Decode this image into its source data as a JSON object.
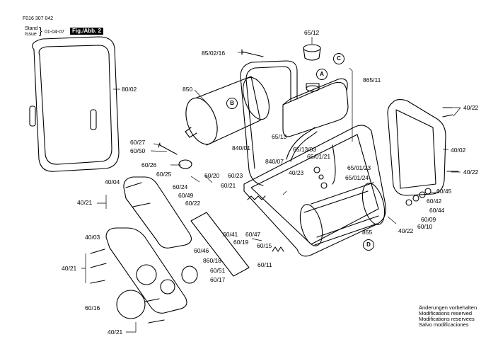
{
  "header": {
    "doc_number": "F016 307 042",
    "stand_label": "Stand",
    "issue_label": "Issue",
    "date": "01-04-07",
    "figure": "Fig./Abb. 2"
  },
  "callouts": [
    "A",
    "B",
    "C",
    "D"
  ],
  "parts": {
    "p65_12": "65/12",
    "p85_02_16": "85/02/16",
    "p80_02": "80/02",
    "p850": "850",
    "p865_11": "865/11",
    "p40_22a": "40/22",
    "p40_02": "40/02",
    "p40_22b": "40/22",
    "p60_27": "60/27",
    "p60_50": "60/50",
    "p60_26": "60/26",
    "p840_01": "840/01",
    "p65_13": "65/13",
    "p65_13_03": "65/13/03",
    "p65_01_21": "65/01/21",
    "p840_07": "840/07",
    "p40_23": "40/23",
    "p65_01_23": "65/01/23",
    "p65_01_24": "65/01/24",
    "p60_25": "60/25",
    "p60_20": "60/20",
    "p60_23": "60/23",
    "p40_04": "40/04",
    "p60_24": "60/24",
    "p60_21": "60/21",
    "p60_49": "60/49",
    "p40_21a": "40/21",
    "p60_22": "60/22",
    "p60_45": "60/45",
    "p60_42": "60/42",
    "p60_44": "60/44",
    "p60_09": "60/09",
    "p40_22c": "40/22",
    "p60_10": "60/10",
    "p855": "855",
    "p40_03": "40/03",
    "p60_41": "60/41",
    "p60_47": "60/47",
    "p60_19": "60/19",
    "p60_15": "60/15",
    "p60_46": "60/46",
    "p40_21b": "40/21",
    "p860_18": "860/18",
    "p60_11": "60/11",
    "p60_51": "60/51",
    "p60_17": "60/17",
    "p60_16": "60/16",
    "p40_21c": "40/21"
  },
  "footer_note": [
    "Änderungen vorbehalten",
    "Modifications reserved",
    "Modifications reservees",
    "Salvo modificaciones"
  ]
}
